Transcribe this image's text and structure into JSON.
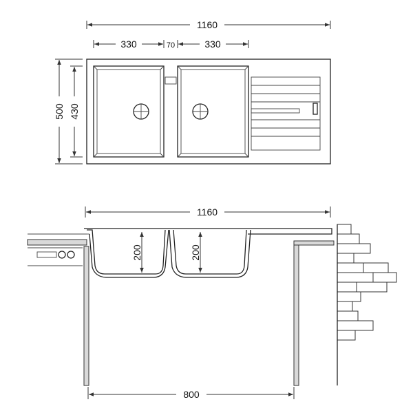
{
  "dimensions": {
    "top_width": "1160",
    "bowl_left": "330",
    "bowl_gap": "70",
    "bowl_right": "330",
    "outer_height": "500",
    "inner_height": "430",
    "section_width": "1160",
    "depth_left": "200",
    "depth_right": "200",
    "cabinet_width": "800"
  }
}
